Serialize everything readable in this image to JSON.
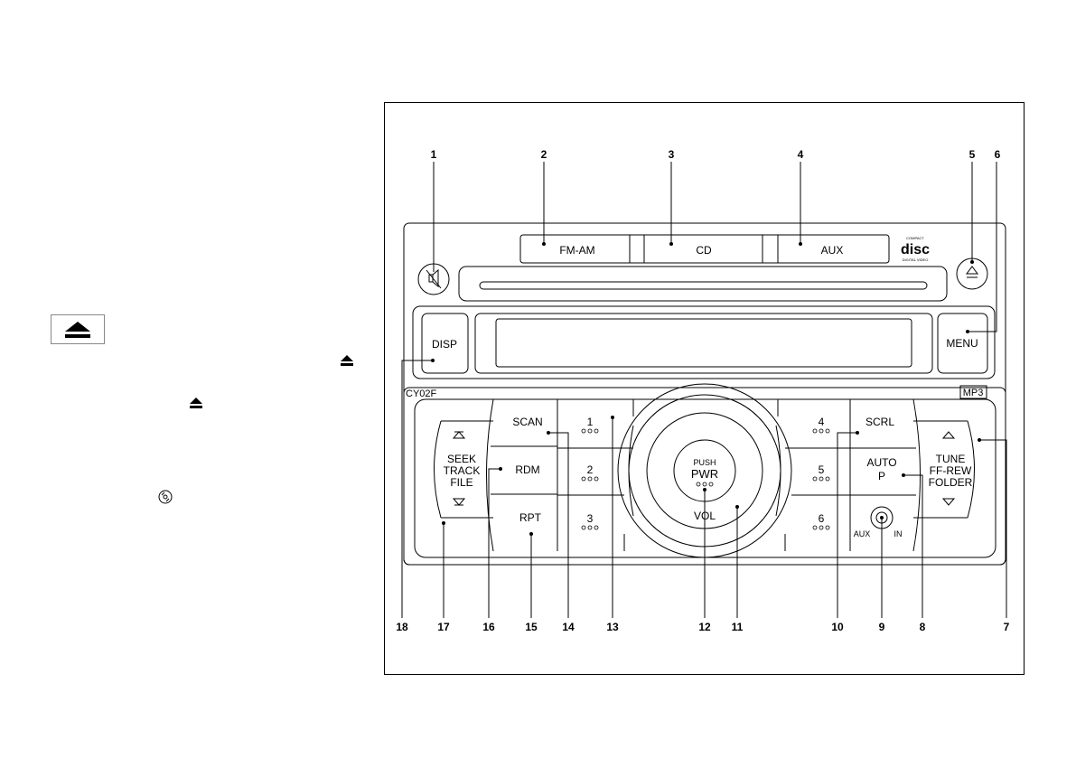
{
  "side": {
    "eject_symbol": "⏏",
    "cd_icon": "disc-icon"
  },
  "radio": {
    "model": "CY02F",
    "format_badge": "MP3",
    "buttons": {
      "fm_am": "FM-AM",
      "cd": "CD",
      "aux": "AUX",
      "disp": "DISP",
      "menu": "MENU",
      "scan": "SCAN",
      "rdm": "RDM",
      "rpt": "RPT",
      "scrl": "SCRL",
      "auto_p_line1": "AUTO",
      "auto_p_line2": "P",
      "seek_line1": "SEEK",
      "seek_line2": "TRACK",
      "seek_line3": "FILE",
      "tune_line1": "TUNE",
      "tune_line2": "FF-REW",
      "tune_line3": "FOLDER",
      "push": "PUSH",
      "pwr": "PWR",
      "vol": "VOL",
      "aux_in_left": "AUX",
      "aux_in_right": "IN",
      "presets": [
        "1",
        "2",
        "3",
        "4",
        "5",
        "6"
      ]
    },
    "logo": {
      "line1": "COMPACT",
      "line2": "DIGITAL VIDEO"
    }
  },
  "callouts": [
    "1",
    "2",
    "3",
    "4",
    "5",
    "6",
    "7",
    "8",
    "9",
    "10",
    "11",
    "12",
    "13",
    "14",
    "15",
    "16",
    "17",
    "18"
  ]
}
